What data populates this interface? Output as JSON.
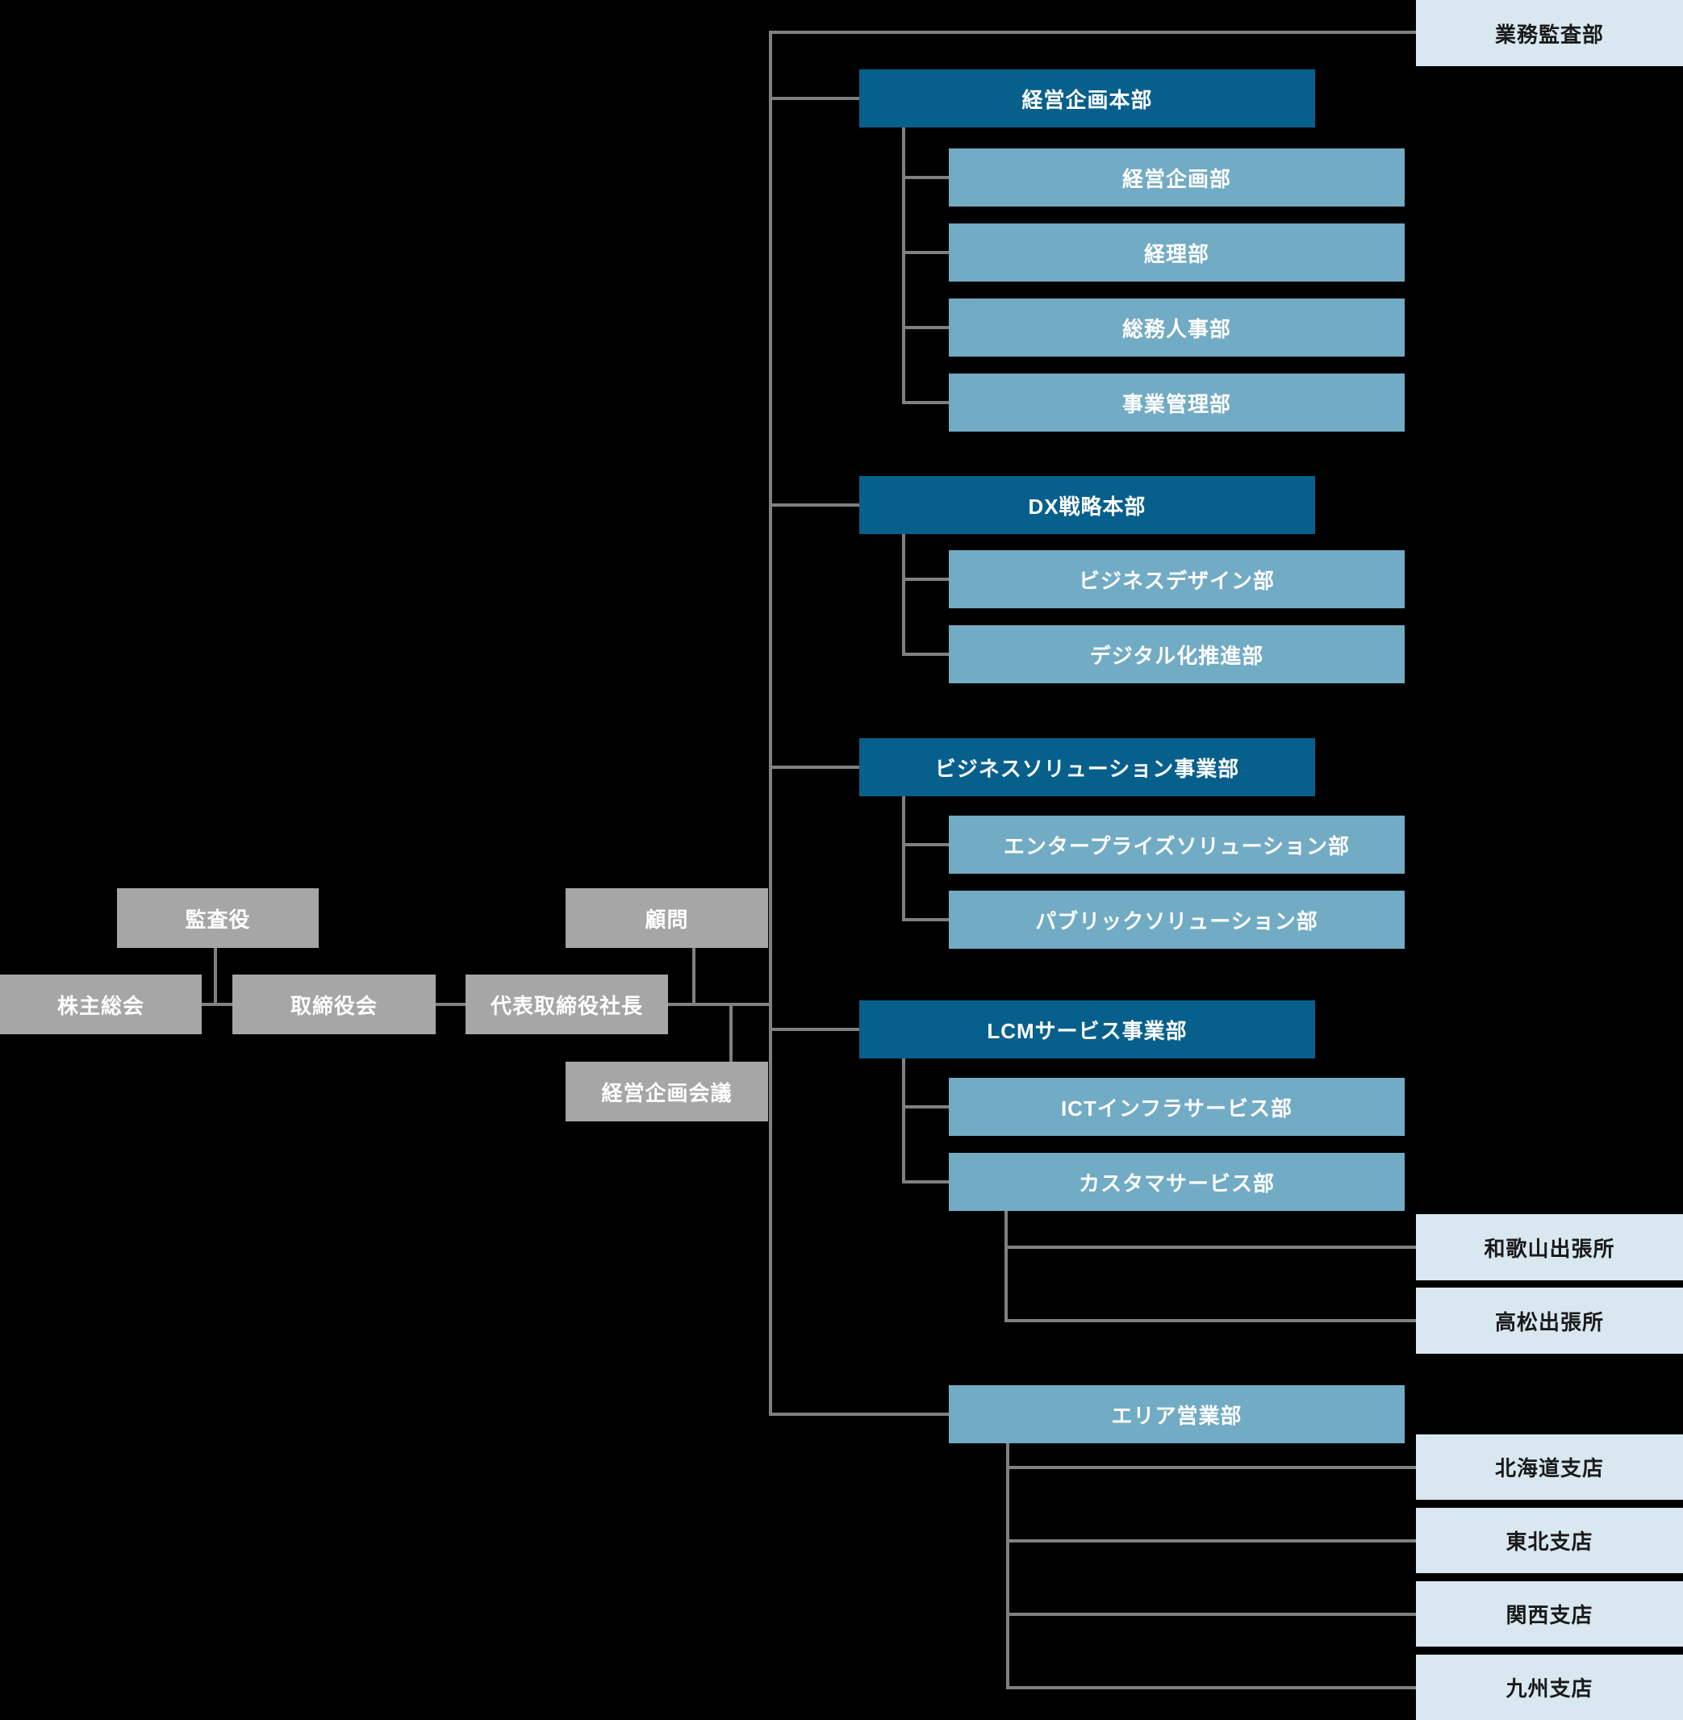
{
  "colors": {
    "background": "#000000",
    "governance_box": "#a6a6a6",
    "division_box": "#07608c",
    "department_box": "#72abc4",
    "support_box": "#d9e7f0",
    "connector_line": "#808080",
    "text_on_dark": "#ffffff",
    "text_on_light": "#1a1a1a"
  },
  "org": {
    "shareholders": "株主総会",
    "auditor": "監査役",
    "board": "取締役会",
    "president": "代表取締役社長",
    "advisor": "顧問",
    "management_planning_meeting": "経営企画会議",
    "audit_department": "業務監査部",
    "divisions": [
      {
        "label": "経営企画本部",
        "departments": [
          "経営企画部",
          "経理部",
          "総務人事部",
          "事業管理部"
        ]
      },
      {
        "label": "DX戦略本部",
        "departments": [
          "ビジネスデザイン部",
          "デジタル化推進部"
        ]
      },
      {
        "label": "ビジネスソリューション事業部",
        "departments": [
          "エンタープライズソリューション部",
          "パブリックソリューション部"
        ]
      },
      {
        "label": "LCMサービス事業部",
        "departments": [
          "ICTインフラサービス部",
          "カスタマサービス部"
        ]
      }
    ],
    "sub_branch_offices": [
      "和歌山出張所",
      "高松出張所"
    ],
    "area_sales_department": "エリア営業部",
    "regional_branches": [
      "北海道支店",
      "東北支店",
      "関西支店",
      "九州支店"
    ]
  }
}
